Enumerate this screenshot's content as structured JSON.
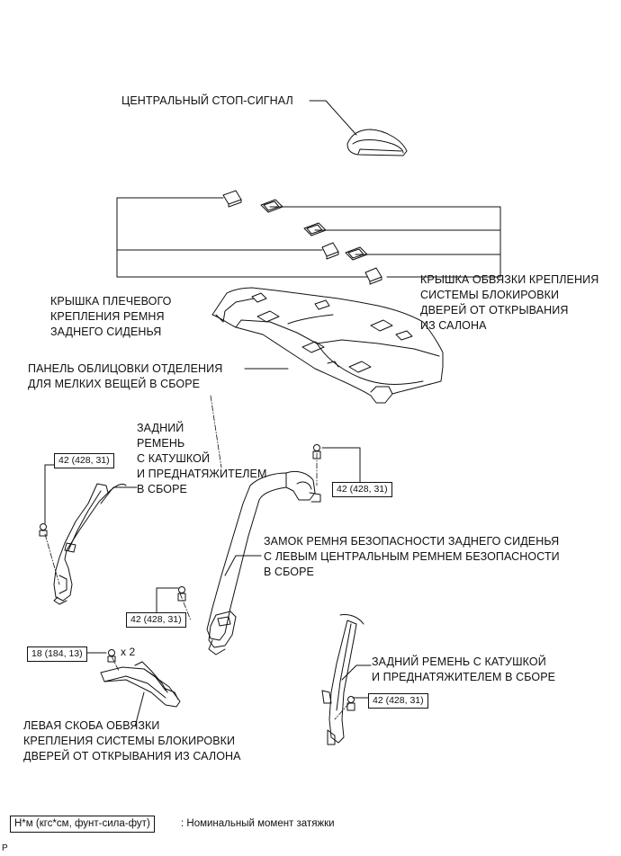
{
  "labels": {
    "stop_signal": "ЦЕНТРАЛЬНЫЙ СТОП-СИГНАЛ",
    "lock_cover": "КРЫШКА ОБВЯЗКИ КРЕПЛЕНИЯ\nСИСТЕМЫ БЛОКИРОВКИ\nДВЕРЕЙ ОТ ОТКРЫВАНИЯ\nИЗ САЛОНА",
    "shoulder_cover": "КРЫШКА ПЛЕЧЕВОГО\nКРЕПЛЕНИЯ РЕМНЯ\nЗАДНЕГО СИДЕНЬЯ",
    "panel": "ПАНЕЛЬ ОБЛИЦОВКИ ОТДЕЛЕНИЯ\nДЛЯ МЕЛКИХ ВЕЩЕЙ В СБОРЕ",
    "left_belt": "ЗАДНИЙ\nРЕМЕНЬ\nС КАТУШКОЙ\nИ ПРЕДНАТЯЖИТЕЛЕМ\nВ СБОРЕ",
    "buckle": "ЗАМОК РЕМНЯ БЕЗОПАСНОСТИ ЗАДНЕГО СИДЕНЬЯ\nС ЛЕВЫМ ЦЕНТРАЛЬНЫМ РЕМНЕМ БЕЗОПАСНОСТИ\nВ СБОРЕ",
    "right_belt": "ЗАДНИЙ РЕМЕНЬ С КАТУШКОЙ\nИ ПРЕДНАТЯЖИТЕЛЕМ В СБОРЕ",
    "bracket": "ЛЕВАЯ СКОБА ОБВЯЗКИ\nКРЕПЛЕНИЯ СИСТЕМЫ БЛОКИРОВКИ\nДВЕРЕЙ ОТ ОТКРЫВАНИЯ ИЗ САЛОНА"
  },
  "torques": {
    "left_belt": "42 (428, 31)",
    "buckle_top": "42 (428, 31)",
    "buckle_bottom": "42 (428, 31)",
    "right_belt": "42 (428, 31)",
    "bracket": "18 (184, 13)",
    "bracket_qty": "x 2"
  },
  "legend": {
    "unit": "Н*м (кгс*см, фунт-сила-фут)",
    "text": ": Номинальный момент затяжки"
  },
  "corner_mark": "P"
}
